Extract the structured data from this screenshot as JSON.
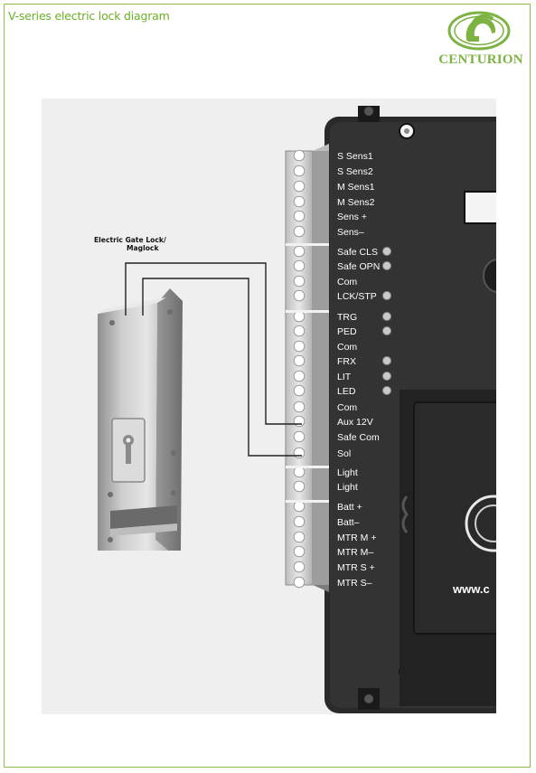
{
  "page": {
    "title": "V-series electric lock diagram",
    "brand": "CENTURION"
  },
  "lock": {
    "label_line1": "Electric Gate Lock/",
    "label_line2": "Maglock"
  },
  "terminals": [
    {
      "label": "S Sens1",
      "led": false
    },
    {
      "label": "S Sens2",
      "led": false
    },
    {
      "label": "M Sens1",
      "led": false
    },
    {
      "label": "M Sens2",
      "led": false
    },
    {
      "label": "Sens +",
      "led": false
    },
    {
      "label": "Sens–",
      "led": false
    },
    {
      "label": "Safe CLS",
      "led": true
    },
    {
      "label": "Safe OPN",
      "led": true
    },
    {
      "label": "Com",
      "led": false
    },
    {
      "label": "LCK/STP",
      "led": true
    },
    {
      "label": "TRG",
      "led": true
    },
    {
      "label": "PED",
      "led": true
    },
    {
      "label": "Com",
      "led": false
    },
    {
      "label": "FRX",
      "led": true
    },
    {
      "label": "LIT",
      "led": true
    },
    {
      "label": "LED",
      "led": true
    },
    {
      "label": "Com",
      "led": false
    },
    {
      "label": "Aux 12V",
      "led": false
    },
    {
      "label": "Safe Com",
      "led": false
    },
    {
      "label": "Sol",
      "led": false
    },
    {
      "label": "Light",
      "led": false
    },
    {
      "label": "Light",
      "led": false
    },
    {
      "label": "Batt +",
      "led": false
    },
    {
      "label": "Batt–",
      "led": false
    },
    {
      "label": "MTR M +",
      "led": false
    },
    {
      "label": "MTR M–",
      "led": false
    },
    {
      "label": "MTR S +",
      "led": false
    },
    {
      "label": "MTR S–",
      "led": false
    }
  ],
  "board": {
    "url_text": "www.c"
  },
  "colors": {
    "brand_green": "#7cb342",
    "title_green": "#6ab023",
    "board": "#2d2d2d",
    "lead_gray": "#222222"
  }
}
